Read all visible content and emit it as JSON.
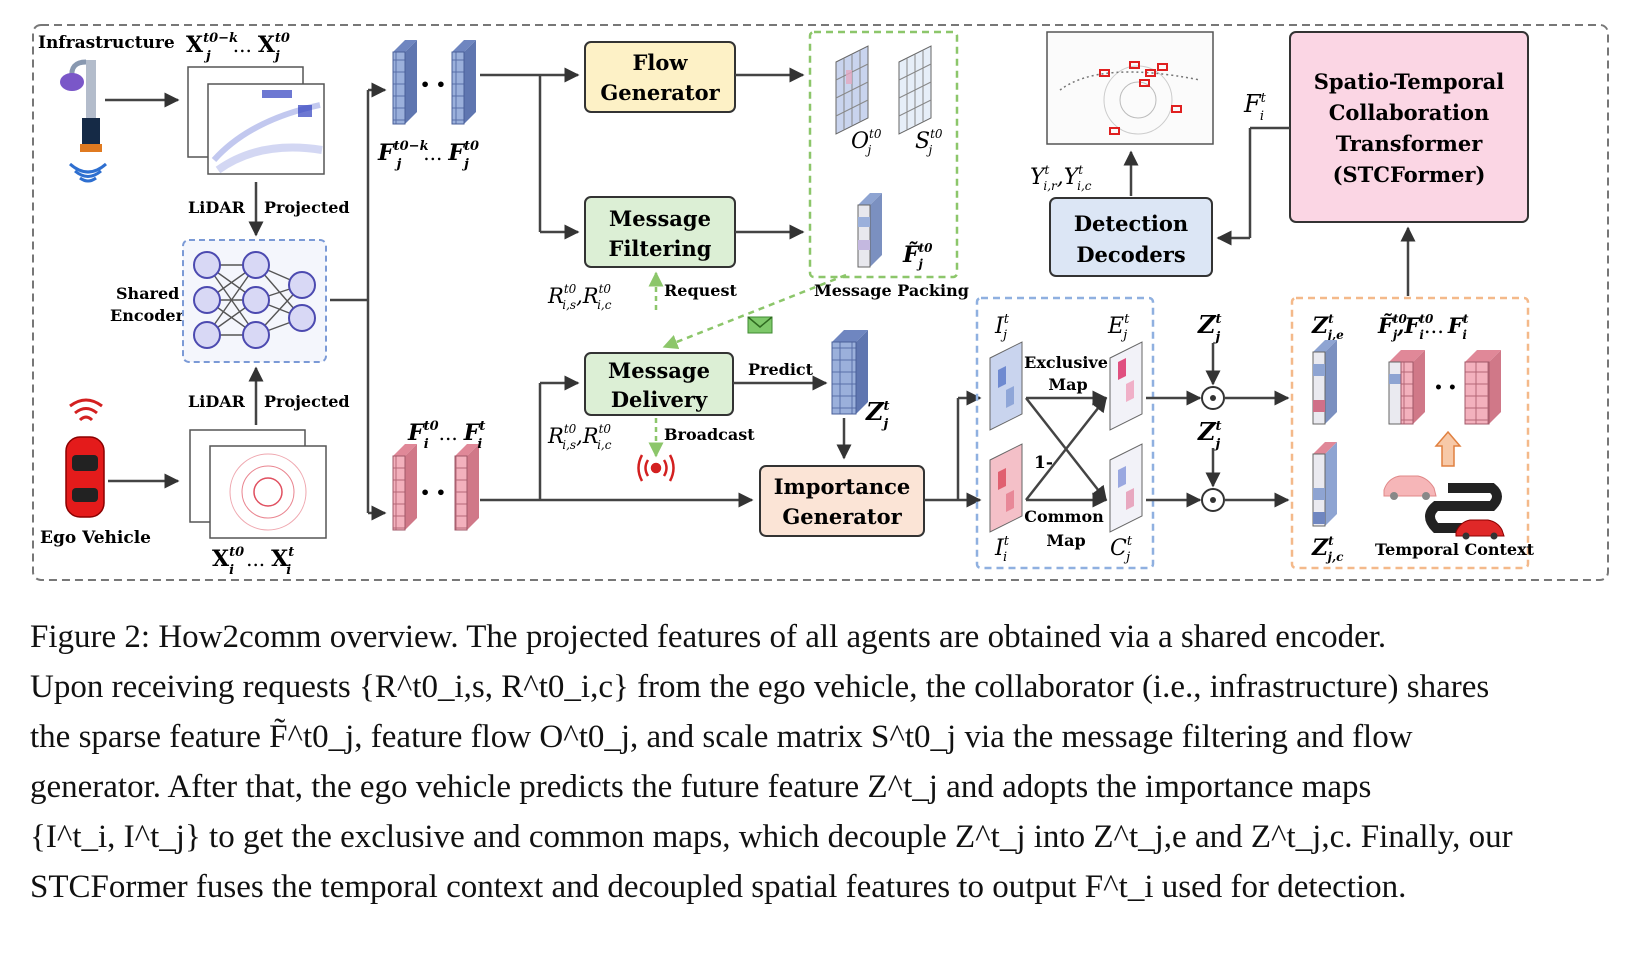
{
  "labels": {
    "infrastructure": "Infrastructure",
    "ego_vehicle": "Ego Vehicle",
    "lidar_top": "LiDAR",
    "projected_top": "Projected",
    "lidar_bottom": "LiDAR",
    "projected_bottom": "Projected",
    "shared_encoder_1": "Shared",
    "shared_encoder_2": "Encoder",
    "flow_generator_1": "Flow",
    "flow_generator_2": "Generator",
    "message_filtering_1": "Message",
    "message_filtering_2": "Filtering",
    "message_delivery_1": "Message",
    "message_delivery_2": "Delivery",
    "importance_generator_1": "Importance",
    "importance_generator_2": "Generator",
    "message_packing": "Message Packing",
    "request": "Request",
    "predict": "Predict",
    "broadcast": "Broadcast",
    "detection_decoders_1": "Detection",
    "detection_decoders_2": "Decoders",
    "stcformer_1": "Spatio-Temporal",
    "stcformer_2": "Collaboration",
    "stcformer_3": "Transformer",
    "stcformer_4": "(STCFormer)",
    "exclusive_map_1": "Exclusive",
    "exclusive_map_2": "Map",
    "common_map_1": "Common",
    "common_map_2": "Map",
    "one_minus": "1-",
    "temporal_context": "Temporal Context",
    "ellipsis": "...",
    "ellipsis_dots": "• •"
  },
  "math": {
    "x_j_range": "X",
    "x_j_sup1": "t0−k",
    "x_j_sup2": "t0",
    "x_j_sub": "j",
    "x_i_sup1": "t0",
    "x_i_sup2": "t",
    "x_i_sub": "i",
    "f_j_sup1": "t0−k",
    "f_j_sup2": "t0",
    "f_i_sup1": "t0",
    "f_i_sup2": "t",
    "o_label": "O",
    "s_label": "S",
    "ftilde_label": "F̃",
    "r_label": "R",
    "r_subs": "i,s",
    "r_subc": "i,c",
    "z_label": "Z",
    "zje_sub": "j,e",
    "zjc_sub": "j,c",
    "i_cal": "I",
    "e_cal": "E",
    "c_cal": "C",
    "y_label": "Y",
    "y_subs": "i,r",
    "y_subc": "i,c",
    "f_cal": "F",
    "sup_t": "t",
    "sup_t0": "t0",
    "sub_i": "i",
    "sub_j": "j",
    "plus": ",",
    "dots": "..."
  },
  "caption": {
    "line1": "Figure 2: How2comm overview. The projected features of all agents are obtained via a shared encoder.",
    "line2": "Upon receiving requests {R^t0_i,s, R^t0_i,c} from the ego vehicle, the collaborator (i.e., infrastructure) shares",
    "line3": "the sparse feature F̃^t0_j, feature flow O^t0_j, and scale matrix S^t0_j via the message filtering and flow",
    "line4": "generator. After that, the ego vehicle predicts the future feature Z^t_j and adopts the importance maps",
    "line5": "{I^t_i, I^t_j} to get the exclusive and common maps, which decouple Z^t_j into Z^t_j,e and Z^t_j,c. Finally, our",
    "line6": "STCFormer fuses the temporal context and decoupled spatial features to output F^t_i used for detection."
  },
  "colors": {
    "flow_generator": "#fdf1c6",
    "message_green": "#dcefd5",
    "importance": "#fbe4d6",
    "detection": "#dce6f5",
    "stcformer": "#fbd6e4",
    "blue_cube": "#8ea4d2",
    "red_cube": "#f0a8b4",
    "green_dash": "#8cc66a",
    "blue_dash": "#8fb0e0",
    "orange_dash": "#f4b98a"
  }
}
